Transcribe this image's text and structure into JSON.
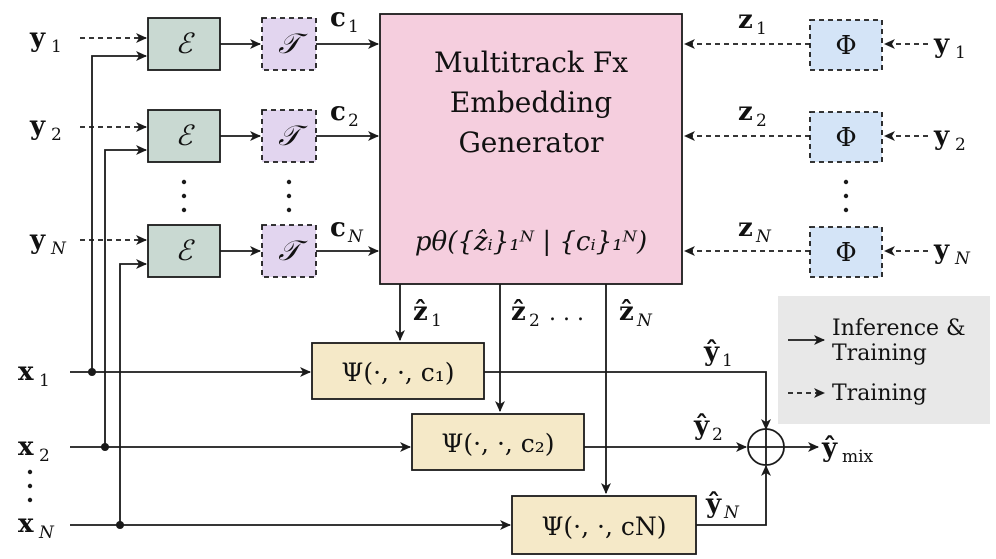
{
  "colors": {
    "encoder": "#c9d9d2",
    "transform": "#e2d5ef",
    "generator": "#f5cede",
    "phi": "#d4e4f7",
    "psi": "#f5e9c8",
    "legend_bg": "#e8e8e8",
    "stroke": "#1a1a1a"
  },
  "inputs": {
    "y1": "y",
    "y1_sub": "1",
    "y2": "y",
    "y2_sub": "2",
    "yN": "y",
    "yN_sub": "N",
    "x1": "x",
    "x1_sub": "1",
    "x2": "x",
    "x2_sub": "2",
    "xN": "x",
    "xN_sub": "N",
    "y1_right": "y",
    "y1_right_sub": "1",
    "y2_right": "y",
    "y2_right_sub": "2",
    "yN_right": "y",
    "yN_right_sub": "N"
  },
  "blocks": {
    "encoder_symbol": "ℰ",
    "transform_symbol": "𝒯",
    "phi_symbol": "Φ",
    "psi_1": "Ψ(·, ·, c₁)",
    "psi_2": "Ψ(·, ·, c₂)",
    "psi_N": "Ψ(·, ·, cN)"
  },
  "generator": {
    "line1": "Multitrack Fx",
    "line2": "Embedding",
    "line3": "Generator",
    "formula": "pθ({ẑᵢ}₁ᴺ | {cᵢ}₁ᴺ)"
  },
  "signals": {
    "c1": "c",
    "c1_sub": "1",
    "c2": "c",
    "c2_sub": "2",
    "cN": "c",
    "cN_sub": "N",
    "z1": "z",
    "z1_sub": "1",
    "z2": "z",
    "z2_sub": "2",
    "zN": "z",
    "zN_sub": "N",
    "zhat1": "ẑ",
    "zhat1_sub": "1",
    "zhat2": "ẑ",
    "zhat2_sub": "2",
    "zhat_dots": ". . .",
    "zhatN": "ẑ",
    "zhatN_sub": "N",
    "yhat1": "ŷ",
    "yhat1_sub": "1",
    "yhat2": "ŷ",
    "yhat2_sub": "2",
    "yhatN": "ŷ",
    "yhatN_sub": "N",
    "yhat_mix": "ŷ",
    "yhat_mix_sub": "mix"
  },
  "legend": {
    "solid_line1": "Inference &",
    "solid_line2": "Training",
    "dashed": "Training"
  }
}
